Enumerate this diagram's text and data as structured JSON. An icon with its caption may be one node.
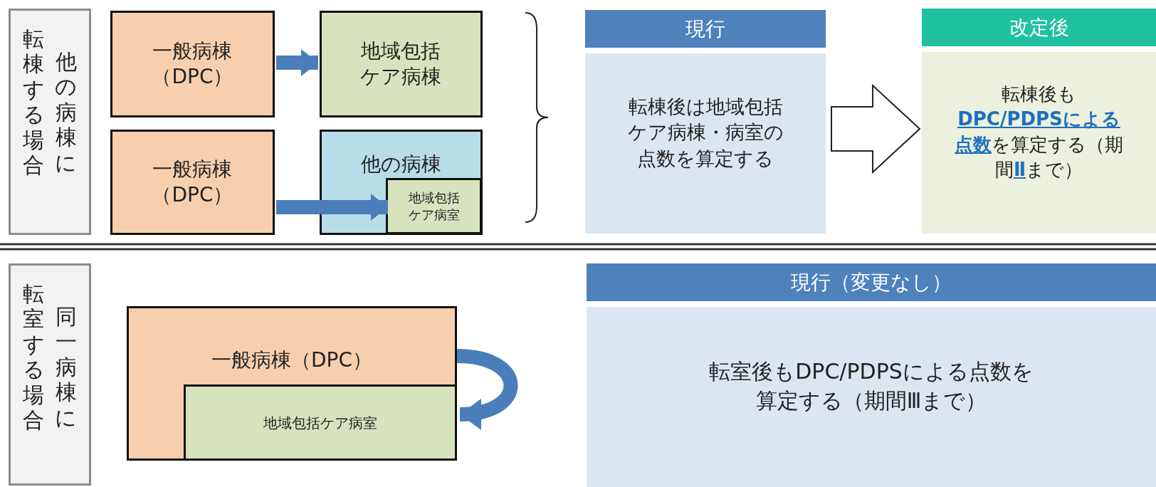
{
  "diagram": {
    "nodes": [
      {
        "text": [
          "転棟する場合",
          "他の病棟に"
        ]
      },
      {
        "text": [
          "一般病棟（DPC）"
        ]
      },
      {
        "text": [
          "地域包括ケア病棟"
        ]
      },
      {
        "text": [
          "一般病棟（DPC）"
        ]
      },
      {
        "text": [
          "他の病棟"
        ]
      },
      {
        "text": [
          "地域包括ケア病室"
        ],
        "in": 4
      },
      {
        "text": [
          "現行",
          "転棟後は地域包括ケア病棟・病室の点数を算定する"
        ]
      },
      {
        "text": [
          "改定後",
          "転棟後も**DPC/PDPSによる点数**を算定する（期間**Ⅱ**まで）"
        ]
      },
      {
        "text": [
          "転室する場合",
          "同一病棟に"
        ]
      },
      {
        "text": [
          "一般病棟（DPC）"
        ]
      },
      {
        "text": [
          "地域包括ケア病室"
        ],
        "in": 9
      },
      {
        "text": [
          "現行（変更なし）",
          "転室後もDPC/PDPSによる点数を算定する（期間Ⅲまで）"
        ]
      }
    ],
    "edges": [
      {
        "from": 1,
        "to": 2,
        "arrow": "to"
      },
      {
        "from": 3,
        "to": 5,
        "arrow": "to"
      },
      {
        "from": 6,
        "to": 7,
        "arrow": "to"
      },
      {
        "from": 9,
        "to": 10,
        "arrow": "to"
      }
    ]
  }
}
